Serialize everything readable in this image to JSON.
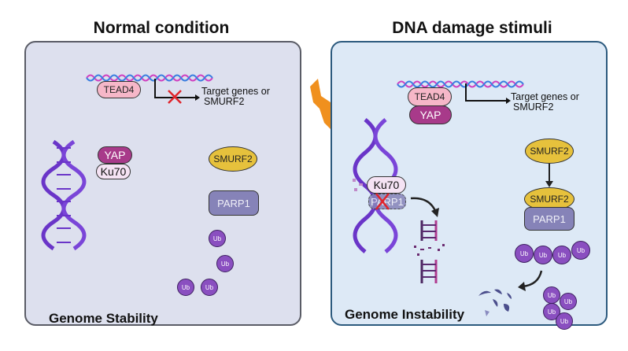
{
  "left": {
    "title": "Normal condition",
    "tead4": "TEAD4",
    "target_line1": "Target genes or",
    "target_line2": "SMURF2",
    "yap": "YAP",
    "ku70": "Ku70",
    "smurf2": "SMURF2",
    "parp1": "PARP1",
    "ub": [
      "Ub",
      "Ub",
      "Ub",
      "Ub"
    ],
    "footer": "Genome Stability"
  },
  "right": {
    "title": "DNA damage stimuli",
    "tead4": "TEAD4",
    "yap": "YAP",
    "target_line1": "Target genes or",
    "target_line2": "SMURF2",
    "ku70": "Ku70",
    "parp1_inhibited": "PARP1",
    "smurf2_top": "SMURF2",
    "smurf2_bound": "SMURF2",
    "parp1": "PARP1",
    "ub_bound": [
      "Ub",
      "Ub",
      "Ub",
      "Ub"
    ],
    "ub_free": [
      "Ub",
      "Ub",
      "Ub",
      "Ub"
    ],
    "footer": "Genome Instability"
  },
  "colors": {
    "left_bg": "#dde0ee",
    "right_bg": "#dde9f6",
    "lightning": "#f0901e",
    "inhibit_x": "#e0242b"
  }
}
